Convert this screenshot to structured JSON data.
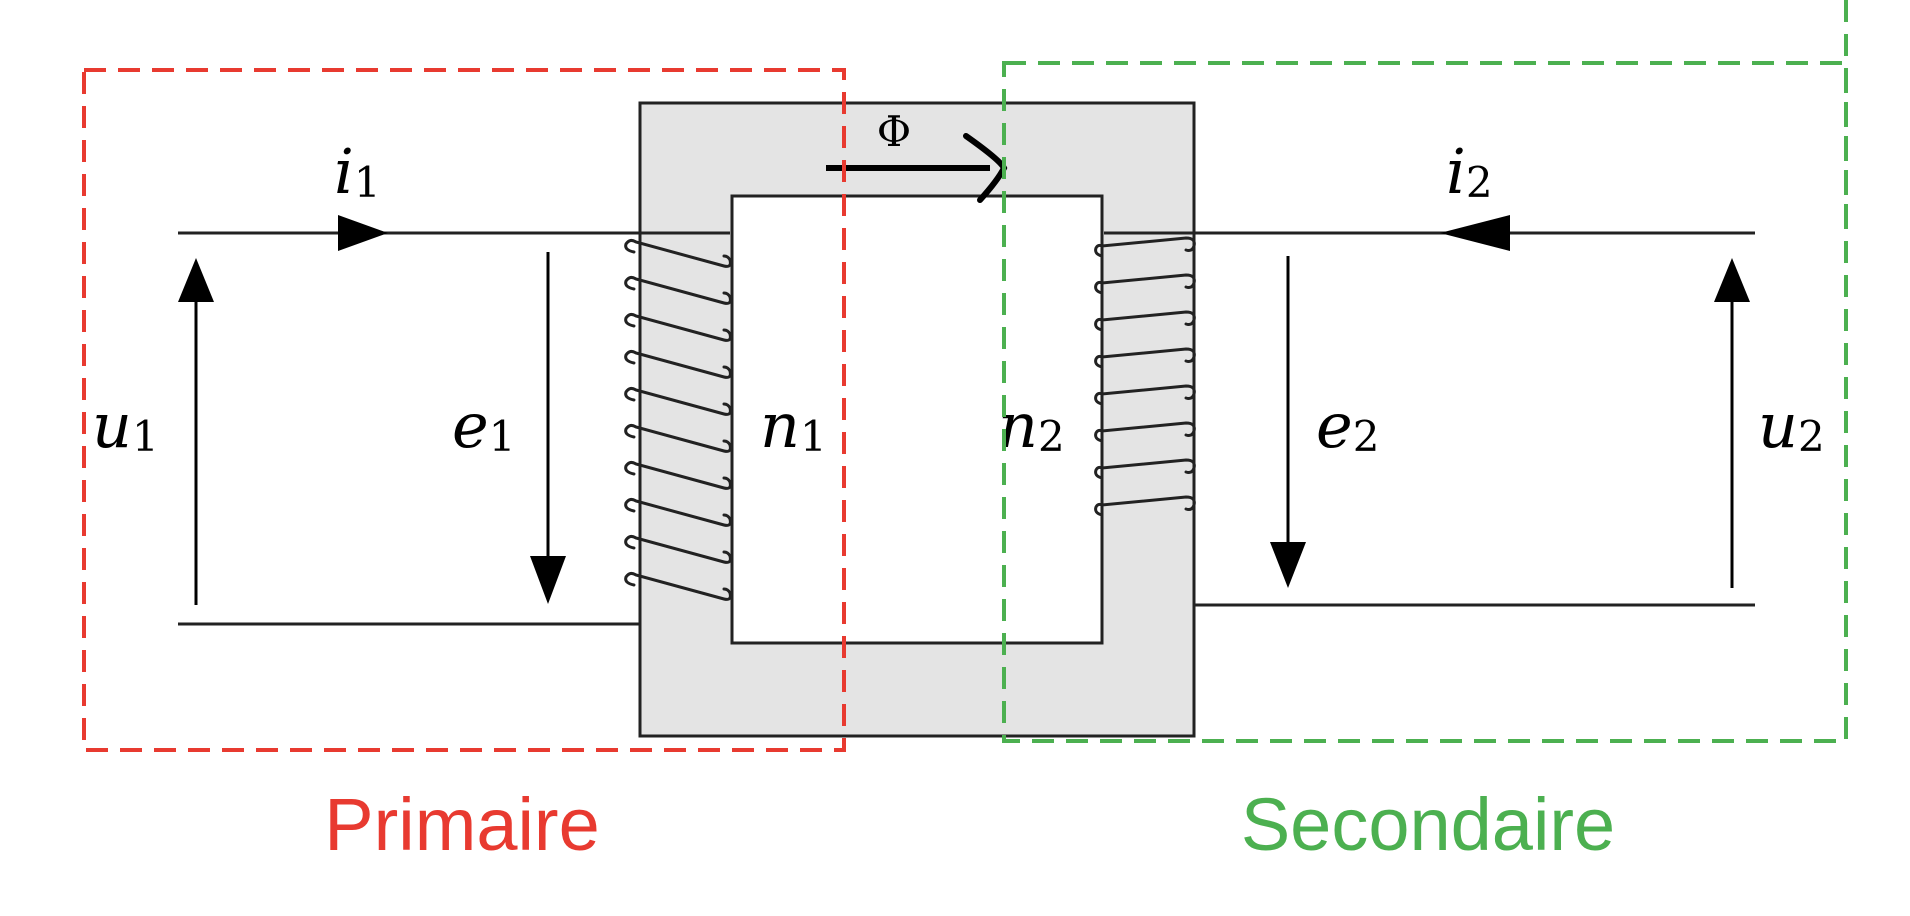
{
  "labels": {
    "flux": "Φ",
    "i1": {
      "main": "i",
      "sub": "1"
    },
    "i2": {
      "main": "i",
      "sub": "2"
    },
    "u1": {
      "main": "u",
      "sub": "1"
    },
    "u2": {
      "main": "u",
      "sub": "2"
    },
    "e1": {
      "main": "e",
      "sub": "1"
    },
    "e2": {
      "main": "e",
      "sub": "2"
    },
    "n1": {
      "main": "n",
      "sub": "1"
    },
    "n2": {
      "main": "n",
      "sub": "2"
    }
  },
  "regions": {
    "primary": {
      "label": "Primaire",
      "color": "#e83a30"
    },
    "secondary": {
      "label": "Secondaire",
      "color": "#4cb050"
    }
  },
  "colors": {
    "core_fill": "#e4e4e4",
    "line": "#222222"
  }
}
